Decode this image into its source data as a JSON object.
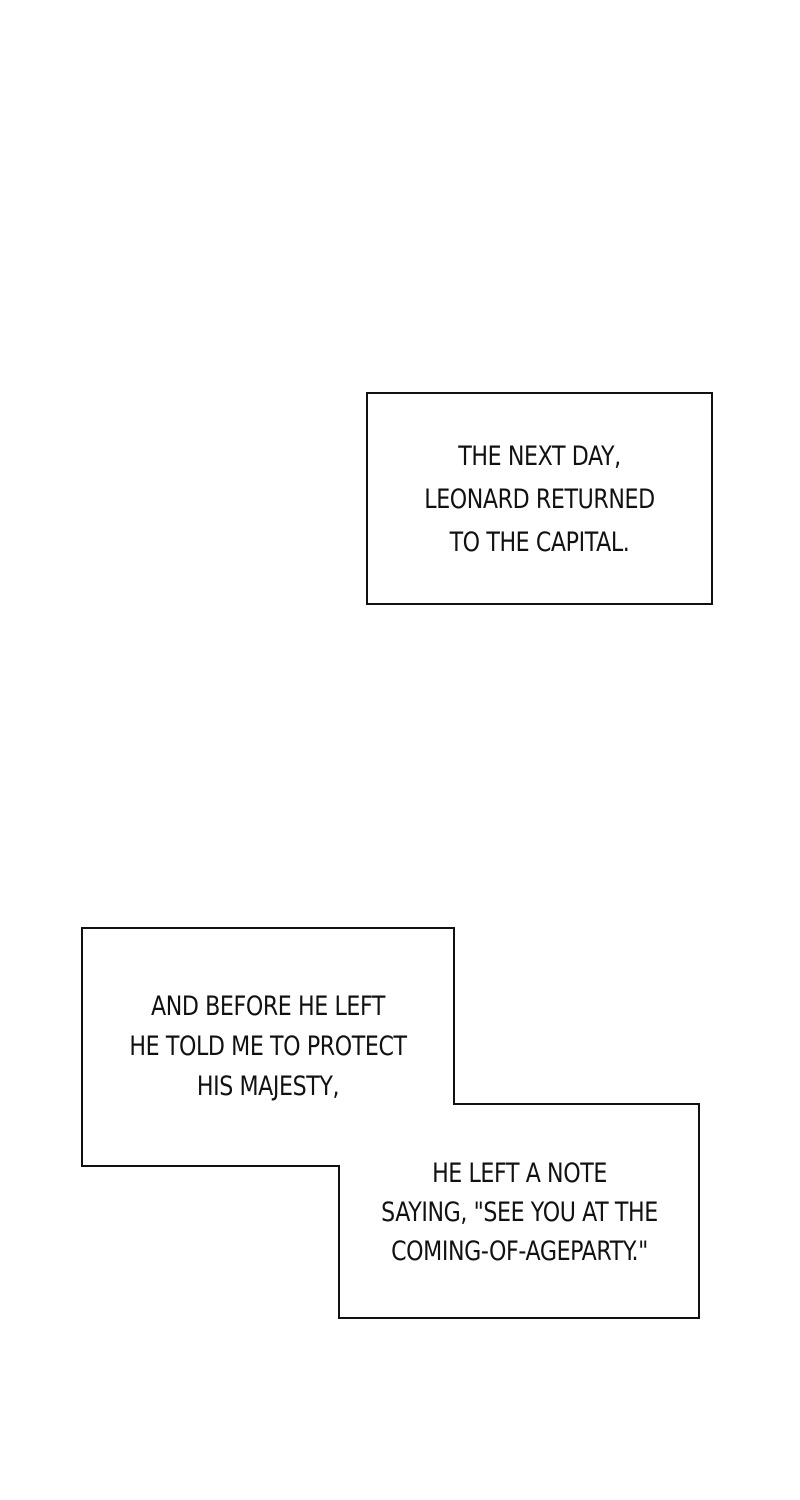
{
  "captions": [
    {
      "lines": [
        "THE NEXT DAY,",
        "LEONARD RETURNED",
        "TO THE CAPITAL."
      ]
    },
    {
      "lines": [
        "AND BEFORE HE LEFT",
        "HE TOLD ME TO PROTECT",
        "HIS MAJESTY,"
      ]
    },
    {
      "lines": [
        "HE LEFT A NOTE",
        "SAYING, \"SEE YOU AT THE",
        "COMING-OF-AGEPARTY.\""
      ]
    }
  ],
  "colors": {
    "background": "#ffffff",
    "border": "#111111",
    "text": "#111111"
  }
}
